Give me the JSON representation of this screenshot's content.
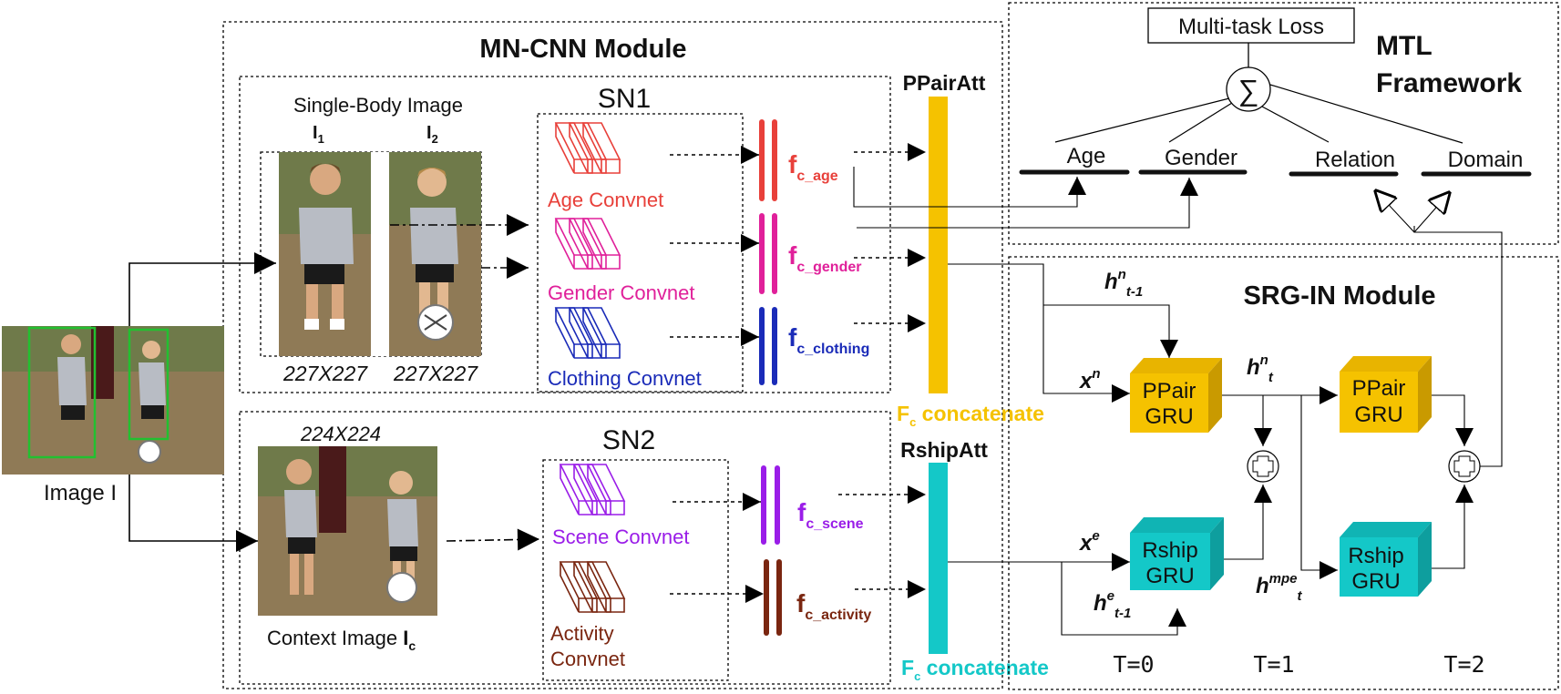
{
  "mncnn": {
    "title": "MN-CNN Module",
    "sn1": {
      "title": "SN1",
      "image_label": "Single-Body Image",
      "i1_main": "I",
      "i1_sub": "1",
      "i2_main": "I",
      "i2_sub": "2",
      "size1": "227X227",
      "size2": "227X227",
      "age_convnet": "Age Convnet",
      "gender_convnet": "Gender Convnet",
      "clothing_convnet": "Clothing Convnet",
      "f_age_main": "f",
      "f_age_sub": "c_age",
      "f_gender_main": "f",
      "f_gender_sub": "c_gender",
      "f_clothing_main": "f",
      "f_clothing_sub": "c_clothing"
    },
    "sn2": {
      "title": "SN2",
      "size": "224X224",
      "context_label": "Context Image ",
      "ic_main": "I",
      "ic_sub": "c",
      "scene_convnet": "Scene Convnet",
      "activity_line1": "Activity",
      "activity_line2": "Convnet",
      "f_scene_main": "f",
      "f_scene_sub": "c_scene",
      "f_activity_main": "f",
      "f_activity_sub": "c_activity"
    },
    "ppairatt": "PPairAtt",
    "rshipatt": "RshipAtt",
    "concat_top_main": "F",
    "concat_top_sub": "c",
    "concat_top_rest": " concatenate",
    "concat_bot_main": "F",
    "concat_bot_sub": "c",
    "concat_bot_rest": " concatenate"
  },
  "input": {
    "label": "Image I"
  },
  "mtl": {
    "title_line1": "MTL",
    "title_line2": "Framework",
    "loss": "Multi-task Loss",
    "sigma": "∑",
    "tasks": [
      "Age",
      "Gender",
      "Relation",
      "Domain"
    ]
  },
  "srgin": {
    "title": "SRG-IN Module",
    "ppair_gru1_l1": "PPair",
    "ppair_gru1_l2": "GRU",
    "ppair_gru2_l1": "PPair",
    "ppair_gru2_l2": "GRU",
    "rship_gru1_l1": "Rship",
    "rship_gru1_l2": "GRU",
    "rship_gru2_l1": "Rship",
    "rship_gru2_l2": "GRU",
    "hn_prev": {
      "main": "h",
      "sup": "n",
      "sub": "t-1"
    },
    "hn_t": {
      "main": "h",
      "sup": "n",
      "sub": "t"
    },
    "xn": {
      "main": "x",
      "sup": "n"
    },
    "xe": {
      "main": "x",
      "sup": "e"
    },
    "he_prev": {
      "main": "h",
      "sup": "e",
      "sub": "t-1"
    },
    "hmpe_t": {
      "main": "h",
      "sup": "mpe",
      "sub": "t"
    },
    "times": [
      "T=0",
      "T=1",
      "T=2"
    ]
  },
  "colors": {
    "age": "#e8403a",
    "gender": "#e0209a",
    "clothing": "#1a2bb8",
    "scene": "#9a1de8",
    "activity": "#7a2610",
    "ppair": "#f5c200",
    "rship": "#14c8c8"
  }
}
